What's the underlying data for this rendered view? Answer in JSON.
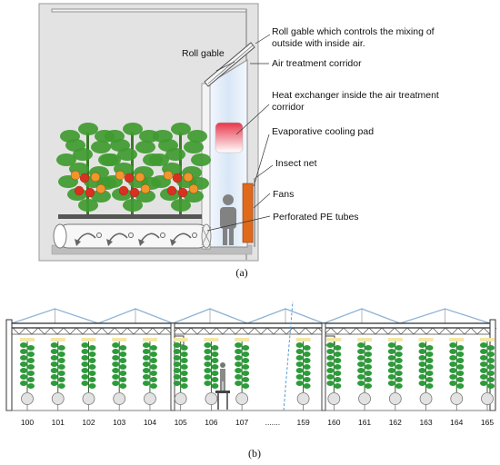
{
  "panel_a": {
    "caption": "(a)",
    "labels": {
      "roll_gable": "Roll gable",
      "roll_gable_desc_1": "Roll gable which controls the mixing of",
      "roll_gable_desc_2": "outside with inside air.",
      "air_corridor": "Air treatment corridor",
      "heat_exchanger_1": "Heat exchanger inside the air treatment",
      "heat_exchanger_2": "corridor",
      "cooling_pad": "Evaporative cooling pad",
      "insect_net": "Insect net",
      "fans": "Fans",
      "pe_tubes": "Perforated PE tubes"
    },
    "colors": {
      "wall_fill": "#e3e3e3",
      "corridor_fill": "#dce8f6",
      "heater_top": "#e8364a",
      "heater_bottom": "#ffffff",
      "cooling_pad": "#e06a1c",
      "leaf": "#3f9a2f",
      "tomato_red": "#d9301f",
      "tomato_orange": "#f0962a"
    }
  },
  "panel_b": {
    "caption": "(b)",
    "numbers": [
      "100",
      "101",
      "102",
      "103",
      "104",
      "105",
      "106",
      "107",
      ".......",
      "159",
      "160",
      "161",
      "162",
      "163",
      "164",
      "165"
    ],
    "colors": {
      "plant": "#2e9b3a",
      "pot": "#e2e2e2",
      "roof": "#8fb3d6",
      "truss": "#222222",
      "lamp": "#f3e8a8"
    }
  }
}
